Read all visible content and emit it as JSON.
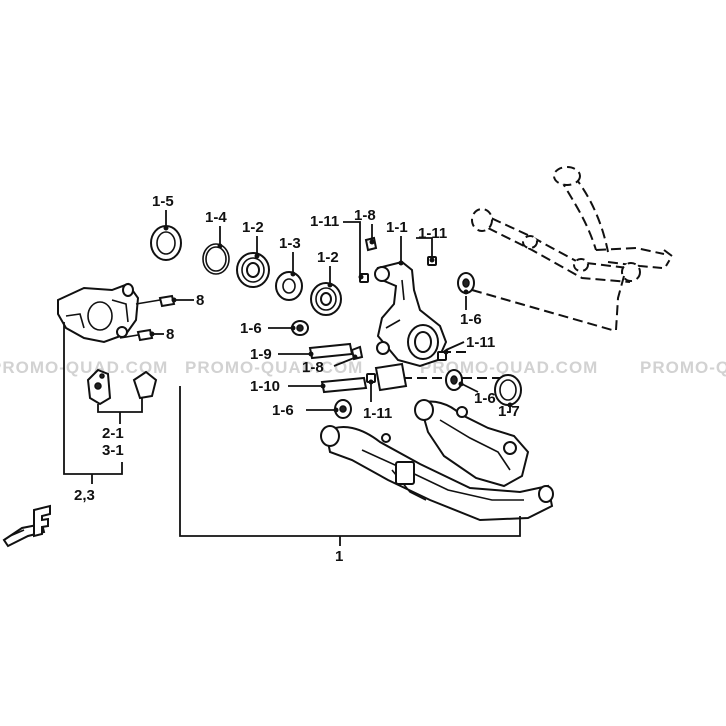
{
  "watermark": {
    "text": "PROMO-QUAD.COM"
  },
  "labels": {
    "l_1_5": "1-5",
    "l_1_4": "1-4",
    "l_1_2a": "1-2",
    "l_1_3": "1-3",
    "l_1_2b": "1-2",
    "l_1_11a": "1-11",
    "l_1_8a": "1-8",
    "l_1_1": "1-1",
    "l_1_11b": "1-11",
    "l_8a": "8",
    "l_8b": "8",
    "l_1_6a": "1-6",
    "l_1_6b": "1-6",
    "l_1_9": "1-9",
    "l_1_8b": "1-8",
    "l_1_11c": "1-11",
    "l_1_10": "1-10",
    "l_1_6c": "1-6",
    "l_1_11d": "1-11",
    "l_1_6d": "1-6",
    "l_1_7": "1-7",
    "l_2_1": "2-1",
    "l_3_1": "3-1",
    "l_2_3": "2,3",
    "l_1": "1"
  },
  "front_marker": {
    "letter": "F"
  }
}
